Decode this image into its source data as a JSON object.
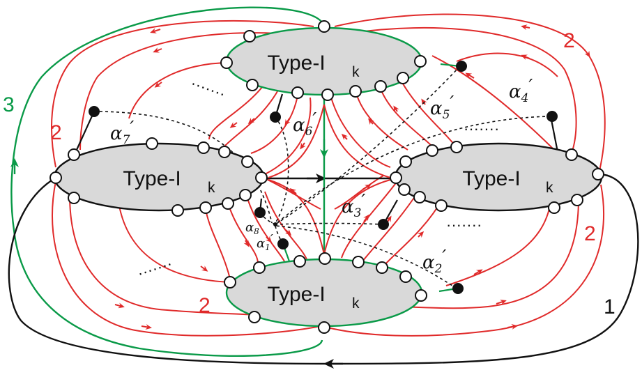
{
  "colors": {
    "red": "#e02a2a",
    "green": "#0a9a48",
    "black": "#111111",
    "node_fill": "#d9d9d9"
  },
  "nodes": {
    "top": {
      "label": "Type-I",
      "sub": "k"
    },
    "left": {
      "label": "Type-I",
      "sub": "k"
    },
    "right": {
      "label": "Type-I",
      "sub": "k"
    },
    "bottom": {
      "label": "Type-I",
      "sub": "k"
    }
  },
  "edge_labels": {
    "green_outer": "3",
    "red_top_right": "2",
    "red_left": "2",
    "red_right": "2",
    "red_bottom": "2",
    "black_outer": "1"
  },
  "arcs": {
    "a1": {
      "base": "α",
      "sub": "1",
      "prime": "′"
    },
    "a2": {
      "base": "α",
      "sub": "2",
      "prime": "′"
    },
    "a3": {
      "base": "α",
      "sub": "3",
      "prime": "′"
    },
    "a4": {
      "base": "α",
      "sub": "4",
      "prime": "′"
    },
    "a5": {
      "base": "α",
      "sub": "5",
      "prime": "′"
    },
    "a6": {
      "base": "α",
      "sub": "6",
      "prime": "′"
    },
    "a7": {
      "base": "α",
      "sub": "7",
      "prime": "′"
    },
    "a8": {
      "base": "α",
      "sub": "8",
      "prime": ""
    }
  },
  "ellipsis": "·······"
}
